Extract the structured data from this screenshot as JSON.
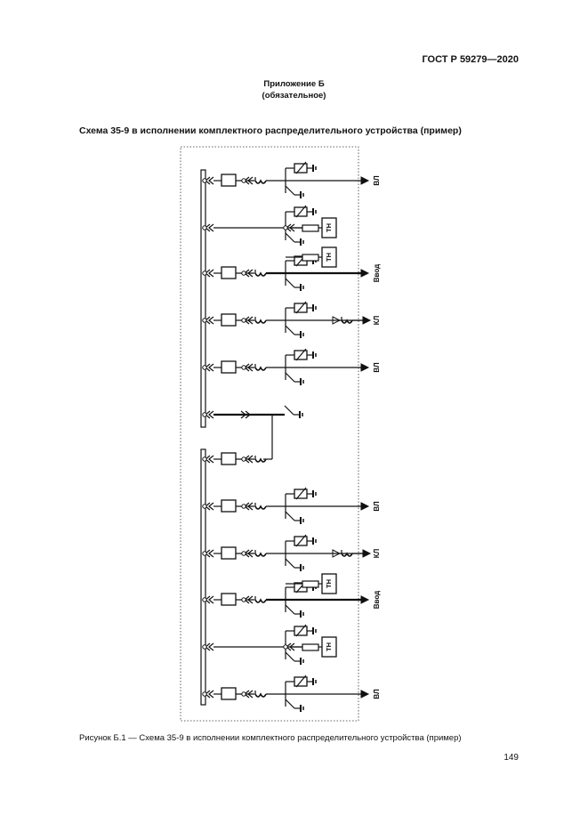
{
  "header": {
    "standard": "ГОСТ Р 59279—2020"
  },
  "appendix": {
    "title": "Приложение Б",
    "status": "(обязательное)"
  },
  "scheme_title": "Схема 35-9 в исполнении комплектного распределительного устройства (пример)",
  "figure_caption": "Рисунок Б.1 — Схема 35-9 в исполнении комплектного распределительного устройства (пример)",
  "page_number": "149",
  "diagram": {
    "upper_section": [
      {
        "type": "feeder",
        "label": "ВЛ"
      },
      {
        "type": "vt",
        "label": "ТН"
      },
      {
        "type": "input",
        "label": "Ввод",
        "vt_label": "ТН"
      },
      {
        "type": "cable",
        "label": "КЛ"
      },
      {
        "type": "feeder",
        "label": "ВЛ"
      }
    ],
    "bus_tie": {
      "type": "sectionalizer"
    },
    "lower_section": [
      {
        "type": "tie_link"
      },
      {
        "type": "feeder",
        "label": "ВЛ"
      },
      {
        "type": "cable",
        "label": "КЛ"
      },
      {
        "type": "input",
        "label": "Ввод",
        "vt_label": "ТН"
      },
      {
        "type": "vt",
        "label": "ТН"
      },
      {
        "type": "feeder",
        "label": "ВЛ"
      }
    ]
  }
}
